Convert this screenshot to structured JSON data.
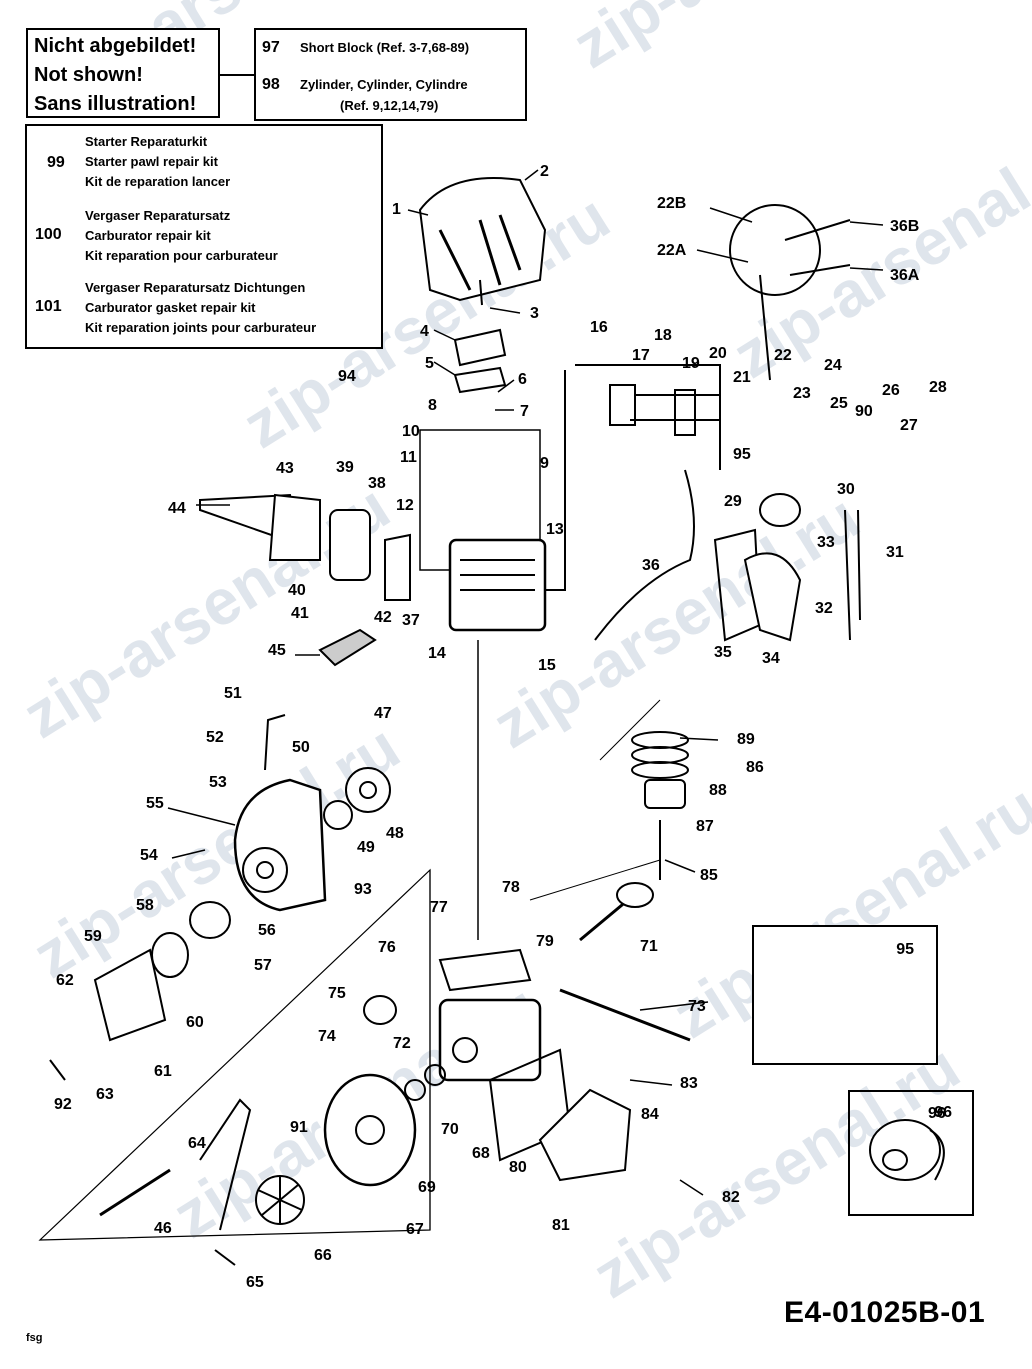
{
  "watermark": "zip-arsenal.ru",
  "not_shown": [
    "Nicht abgebildet!",
    "Not shown!",
    "Sans illustration!"
  ],
  "ref_box": [
    {
      "num": "97",
      "line1": "Short Block (Ref. 3-7,68-89)",
      "line2": ""
    },
    {
      "num": "98",
      "line1": "Zylinder, Cylinder, Cylindre",
      "line2": "(Ref. 9,12,14,79)"
    }
  ],
  "kits": [
    {
      "num": "99",
      "lines": [
        "Starter Reparaturkit",
        "Starter pawl repair kit",
        "Kit de reparation lancer"
      ]
    },
    {
      "num": "100",
      "lines": [
        "Vergaser Reparatursatz",
        "Carburator repair kit",
        "Kit reparation pour carburateur"
      ]
    },
    {
      "num": "101",
      "lines": [
        "Vergaser Reparatursatz Dichtungen",
        "Carburator gasket repair kit",
        "Kit reparation joints pour carburateur"
      ]
    }
  ],
  "part_labels": [
    "1",
    "2",
    "3",
    "4",
    "5",
    "6",
    "7",
    "8",
    "9",
    "10",
    "11",
    "12",
    "13",
    "14",
    "15",
    "16",
    "17",
    "18",
    "19",
    "20",
    "21",
    "22",
    "22A",
    "22B",
    "23",
    "24",
    "25",
    "26",
    "27",
    "28",
    "29",
    "30",
    "31",
    "32",
    "33",
    "34",
    "35",
    "36",
    "36A",
    "36B",
    "37",
    "38",
    "39",
    "40",
    "41",
    "42",
    "43",
    "44",
    "45",
    "46",
    "47",
    "48",
    "49",
    "50",
    "51",
    "52",
    "53",
    "54",
    "55",
    "56",
    "57",
    "58",
    "59",
    "60",
    "61",
    "62",
    "63",
    "64",
    "65",
    "66",
    "67",
    "68",
    "69",
    "70",
    "71",
    "72",
    "73",
    "74",
    "75",
    "76",
    "77",
    "78",
    "79",
    "80",
    "81",
    "82",
    "83",
    "84",
    "85",
    "86",
    "87",
    "88",
    "89",
    "90",
    "91",
    "92",
    "93",
    "94",
    "95",
    "96"
  ],
  "inset_labels": {
    "clip": "95",
    "drum": "96"
  },
  "drawing_code": "E4-01025B-01",
  "footer_initials": "fsg"
}
